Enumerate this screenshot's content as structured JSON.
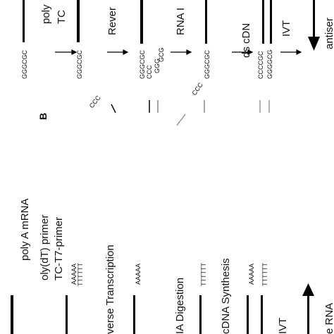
{
  "figure": {
    "panel_b": {
      "label": "B",
      "steps": [
        "poly",
        "TC",
        "Rever",
        "RNA I",
        "ds cDN",
        "IVT",
        "antiser"
      ],
      "sequences": {
        "s1": "GGGCGC",
        "s2a": "CCC",
        "s2b": "GGGCGC",
        "s3a": "GGGCGC",
        "s3b": "CCC",
        "s3c": "GGG",
        "s3d": "GCG",
        "s4a": "CCC",
        "s4b": "GGGCGC",
        "s5a": "CCCCGC",
        "s5b": "GGGGCG"
      }
    },
    "panel_a": {
      "steps": [
        "poly A mRNA",
        "oly(dT) primer",
        "TC-T7-primer",
        "verse Transcription",
        "IA Digestion",
        "cDNA Synthesis",
        "IVT",
        "e RNA"
      ],
      "sequences": {
        "a1": "AAAAA",
        "a2": "TTTTTT",
        "b1": "AAAAA",
        "c1": "TTTTTT",
        "d1": "AAAAA",
        "d2": "TTTTTT"
      }
    }
  }
}
